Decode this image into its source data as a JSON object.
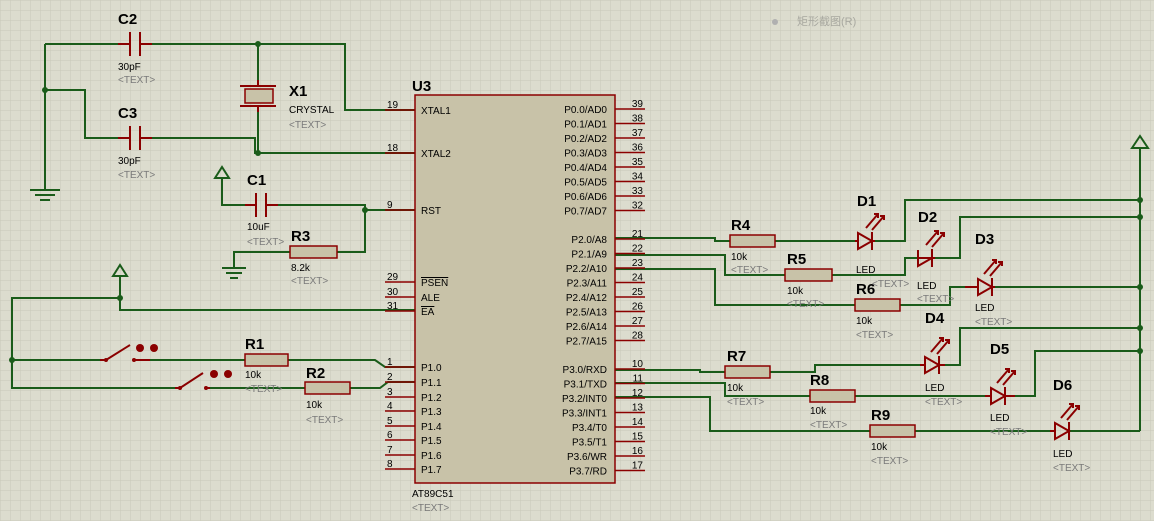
{
  "menu_hint": "矩形截图(R)",
  "text_placeholder": "<TEXT>",
  "mcu": {
    "ref": "U3",
    "part": "AT89C51"
  },
  "left_pins": [
    {
      "num": "19",
      "name": "XTAL1"
    },
    {
      "num": "18",
      "name": "XTAL2"
    },
    {
      "num": "9",
      "name": "RST"
    },
    {
      "num": "29",
      "name": "PSEN"
    },
    {
      "num": "30",
      "name": "ALE"
    },
    {
      "num": "31",
      "name": "EA"
    },
    {
      "num": "1",
      "name": "P1.0"
    },
    {
      "num": "2",
      "name": "P1.1"
    },
    {
      "num": "3",
      "name": "P1.2"
    },
    {
      "num": "4",
      "name": "P1.3"
    },
    {
      "num": "5",
      "name": "P1.4"
    },
    {
      "num": "6",
      "name": "P1.5"
    },
    {
      "num": "7",
      "name": "P1.6"
    },
    {
      "num": "8",
      "name": "P1.7"
    }
  ],
  "right_pins": [
    {
      "num": "39",
      "name": "P0.0/AD0"
    },
    {
      "num": "38",
      "name": "P0.1/AD1"
    },
    {
      "num": "37",
      "name": "P0.2/AD2"
    },
    {
      "num": "36",
      "name": "P0.3/AD3"
    },
    {
      "num": "35",
      "name": "P0.4/AD4"
    },
    {
      "num": "34",
      "name": "P0.5/AD5"
    },
    {
      "num": "33",
      "name": "P0.6/AD6"
    },
    {
      "num": "32",
      "name": "P0.7/AD7"
    },
    {
      "num": "21",
      "name": "P2.0/A8"
    },
    {
      "num": "22",
      "name": "P2.1/A9"
    },
    {
      "num": "23",
      "name": "P2.2/A10"
    },
    {
      "num": "24",
      "name": "P2.3/A11"
    },
    {
      "num": "25",
      "name": "P2.4/A12"
    },
    {
      "num": "26",
      "name": "P2.5/A13"
    },
    {
      "num": "27",
      "name": "P2.6/A14"
    },
    {
      "num": "28",
      "name": "P2.7/A15"
    },
    {
      "num": "10",
      "name": "P3.0/RXD"
    },
    {
      "num": "11",
      "name": "P3.1/TXD"
    },
    {
      "num": "12",
      "name": "P3.2/INT0"
    },
    {
      "num": "13",
      "name": "P3.3/INT1"
    },
    {
      "num": "14",
      "name": "P3.4/T0"
    },
    {
      "num": "15",
      "name": "P3.5/T1"
    },
    {
      "num": "16",
      "name": "P3.6/WR"
    },
    {
      "num": "17",
      "name": "P3.7/RD"
    }
  ],
  "capacitors": [
    {
      "ref": "C2",
      "value": "30pF"
    },
    {
      "ref": "C3",
      "value": "30pF"
    },
    {
      "ref": "C1",
      "value": "10uF"
    }
  ],
  "crystal": {
    "ref": "X1",
    "value": "CRYSTAL"
  },
  "resistors": [
    {
      "ref": "R3",
      "value": "8.2k"
    },
    {
      "ref": "R1",
      "value": "10k"
    },
    {
      "ref": "R2",
      "value": "10k"
    },
    {
      "ref": "R4",
      "value": "10k"
    },
    {
      "ref": "R5",
      "value": "10k"
    },
    {
      "ref": "R6",
      "value": "10k"
    },
    {
      "ref": "R7",
      "value": "10k"
    },
    {
      "ref": "R8",
      "value": "10k"
    },
    {
      "ref": "R9",
      "value": "10k"
    }
  ],
  "leds": [
    {
      "ref": "D1",
      "value": "LED"
    },
    {
      "ref": "D2",
      "value": "LED"
    },
    {
      "ref": "D3",
      "value": "LED"
    },
    {
      "ref": "D4",
      "value": "LED"
    },
    {
      "ref": "D5",
      "value": "LED"
    },
    {
      "ref": "D6",
      "value": "LED"
    }
  ]
}
